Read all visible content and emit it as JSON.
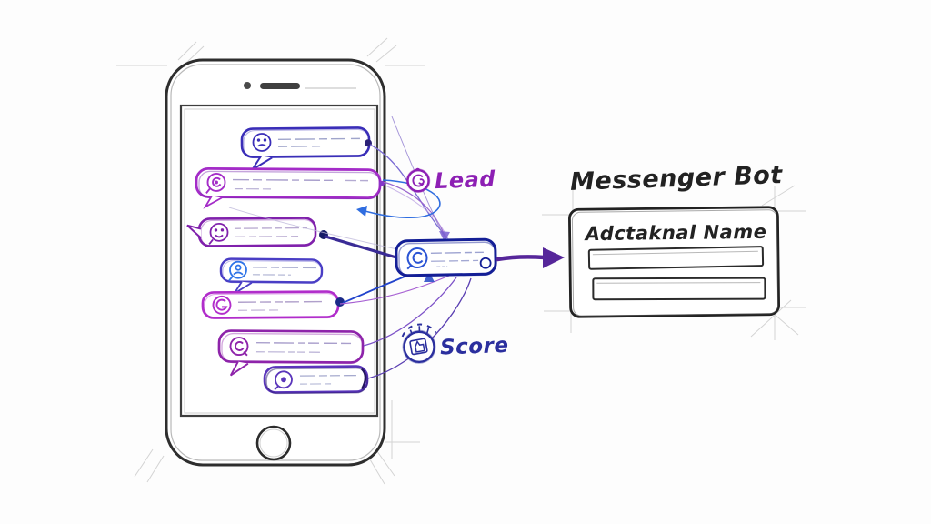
{
  "bot_card": {
    "title": "Messenger Bot",
    "field_label": "Adctaknal Name",
    "inputs": [
      {
        "value": ""
      },
      {
        "value": ""
      }
    ]
  },
  "labels": {
    "lead": "Lead",
    "score": "Score"
  },
  "phone": {
    "bubbles": [
      {
        "icon": "chat-frown-icon",
        "color": "#3a2eb8"
      },
      {
        "icon": "chat-swirl-icon",
        "color": "#a42cc8"
      },
      {
        "icon": "chat-smiley-icon",
        "color": "#8021ac"
      },
      {
        "icon": "chat-person-icon",
        "color": "#4a3ec5"
      },
      {
        "icon": "chat-g-icon",
        "color": "#b12dcb"
      },
      {
        "icon": "chat-q-icon",
        "color": "#8e24aa"
      },
      {
        "icon": "chat-dot-icon",
        "color": "#5a35bb"
      }
    ]
  },
  "hub": {
    "icon": "chat-swirl-icon"
  },
  "colors": {
    "lead": "#8d1fb4",
    "score": "#2b2f9e",
    "ink": "#222222",
    "hub_border": "#141f96",
    "arrow": "#56269a",
    "icon_blue": "#2f74e8"
  }
}
